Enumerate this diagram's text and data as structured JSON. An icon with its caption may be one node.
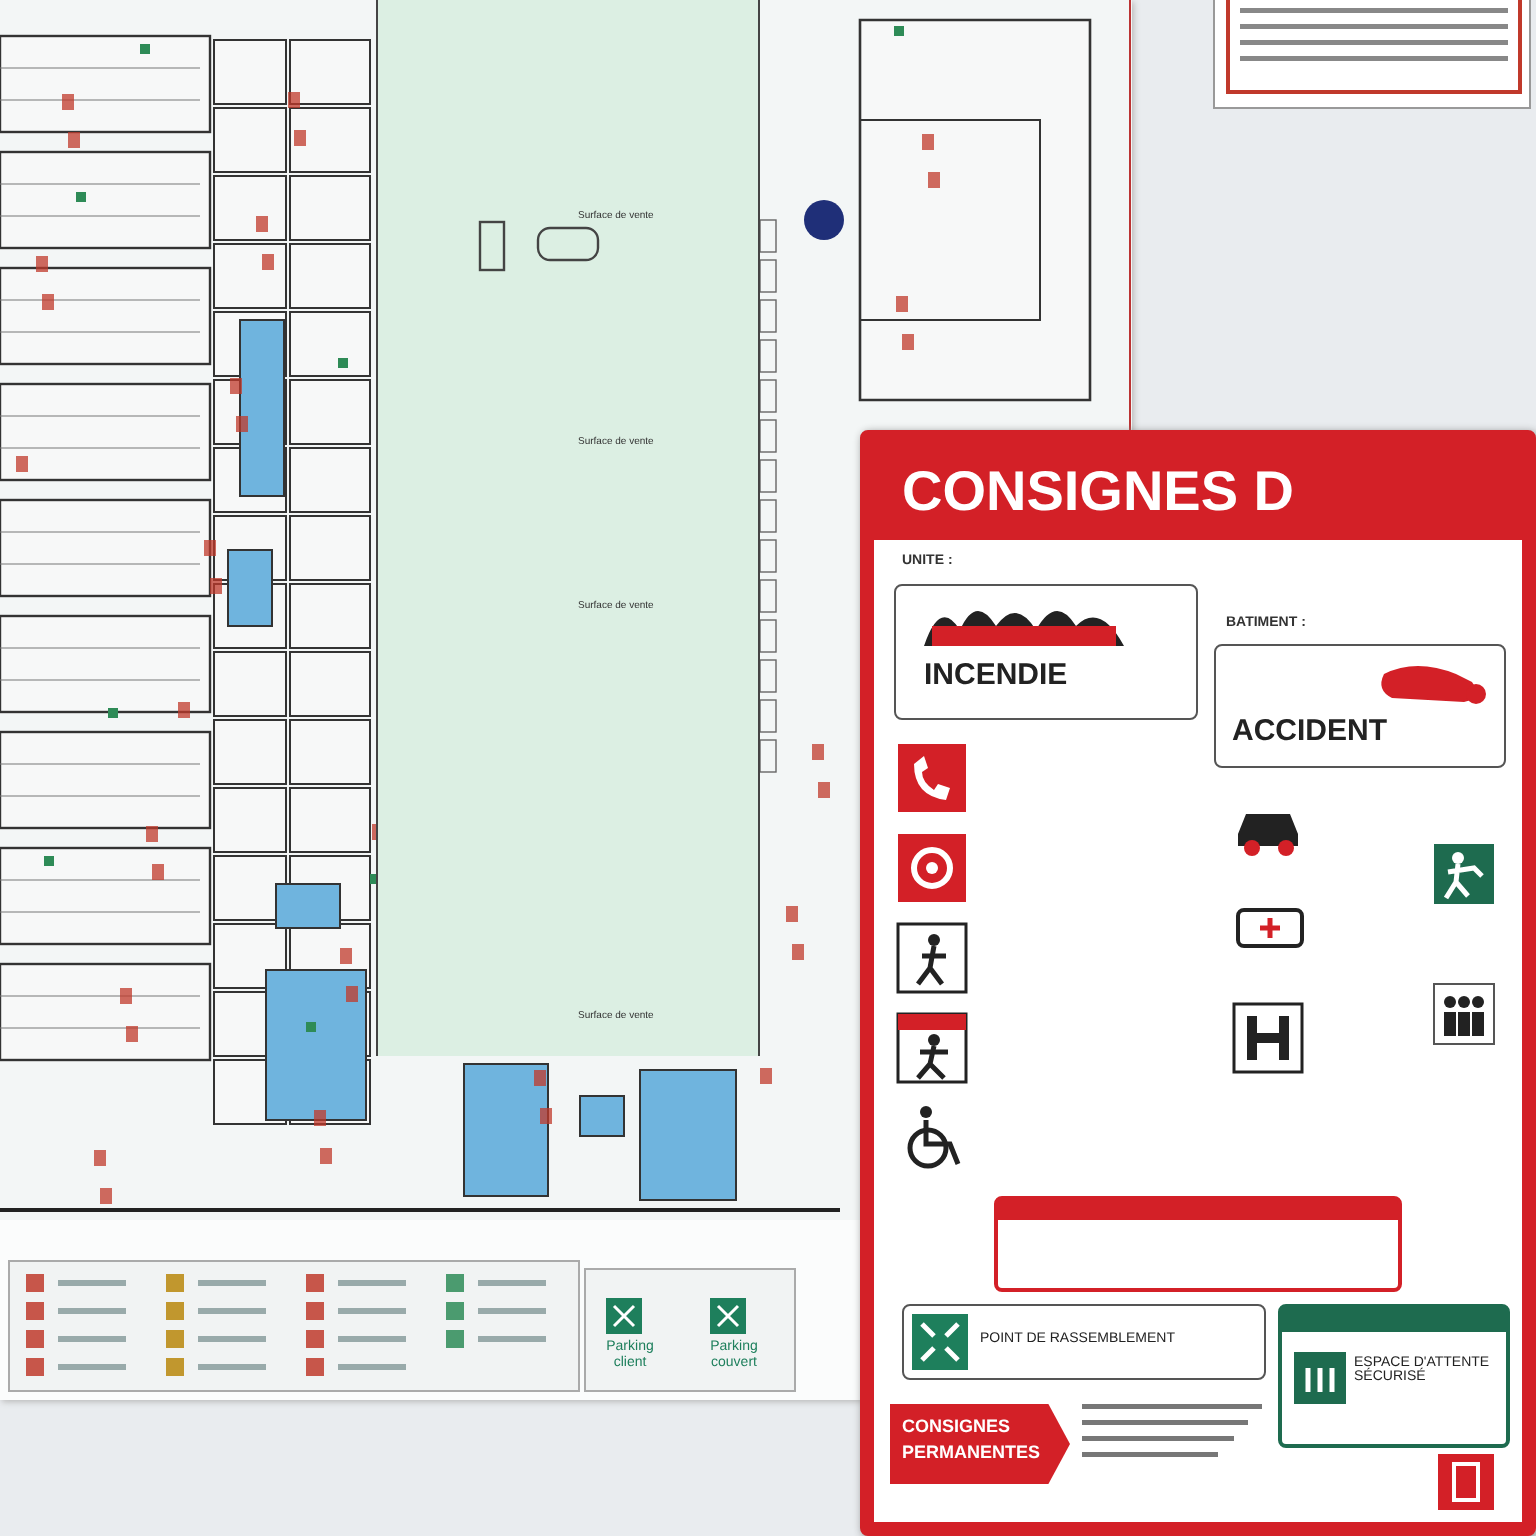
{
  "diagram": {
    "nodes": [
      {
        "text": [
          "CONSIGNES D"
        ]
      },
      {
        "text": [
          "INCENDIE"
        ],
        "in": 0
      },
      {
        "text": [
          "ACCIDENT"
        ],
        "in": 0
      },
      {
        "text": [
          "CONSIGNES PERMANENTES"
        ],
        "in": 0
      },
      {
        "text": [
          "POINT DE RASSEMBLEMENT"
        ],
        "in": 0
      },
      {
        "text": [
          "ESPACE D'ATTENTE SÉCURISÉ"
        ],
        "in": 0
      },
      {
        "text": [
          "Surface de vente",
          "Surface de vente",
          "Surface de vente",
          "Surface de vente"
        ]
      }
    ],
    "labels": [
      "UNITE :",
      "BATIMENT :",
      "Parking client",
      "Parking couvert"
    ]
  }
}
